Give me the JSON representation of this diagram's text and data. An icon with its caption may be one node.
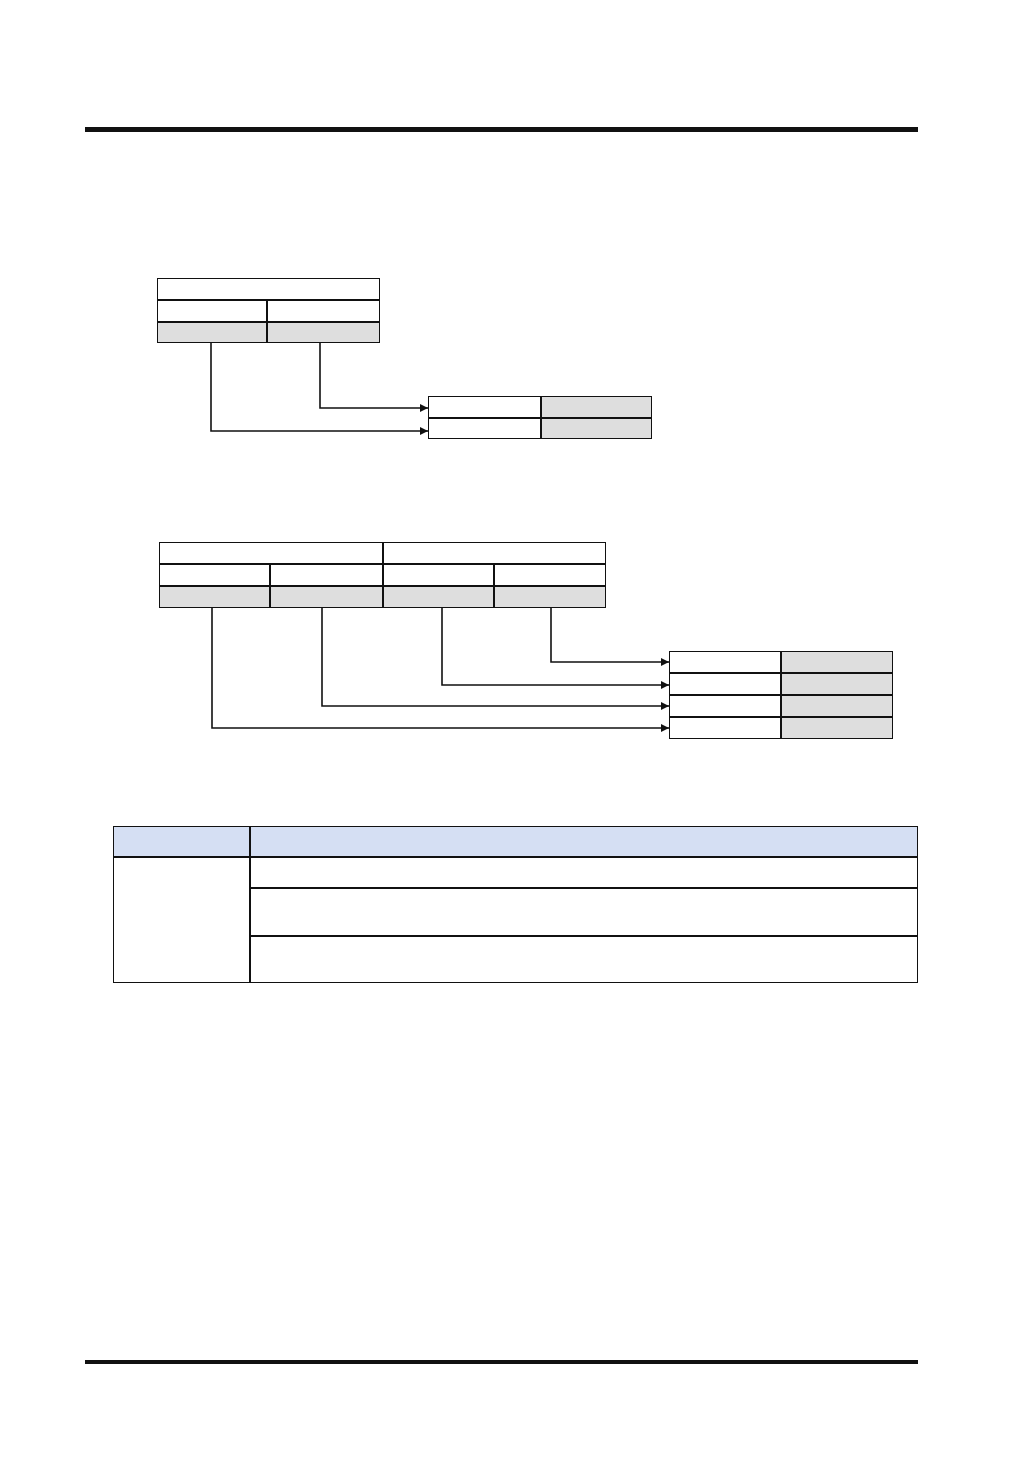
{
  "diagram": {
    "nodes": [
      {
        "text": [],
        "shape": "box"
      },
      {
        "text": [],
        "shape": "box"
      },
      {
        "text": [],
        "shape": "box"
      },
      {
        "text": [],
        "shape": "box"
      },
      {
        "text": [],
        "shape": "box"
      },
      {
        "text": [],
        "shape": "box"
      },
      {
        "text": [],
        "shape": "box"
      },
      {
        "text": [],
        "shape": "box"
      },
      {
        "text": [],
        "shape": "box"
      },
      {
        "text": [],
        "shape": "box"
      },
      {
        "text": [],
        "shape": "box"
      },
      {
        "text": [],
        "shape": "box"
      },
      {
        "text": [],
        "shape": "box"
      },
      {
        "text": [],
        "shape": "box"
      },
      {
        "text": [],
        "shape": "box"
      },
      {
        "text": [],
        "shape": "box"
      },
      {
        "text": [],
        "shape": "box"
      },
      {
        "text": [],
        "shape": "box"
      },
      {
        "text": [],
        "shape": "box"
      },
      {
        "text": [],
        "shape": "box"
      },
      {
        "text": [],
        "shape": "box"
      },
      {
        "text": [],
        "shape": "box"
      },
      {
        "text": [],
        "shape": "box"
      },
      {
        "text": [],
        "shape": "box"
      },
      {
        "text": [],
        "shape": "box"
      },
      {
        "text": [],
        "shape": "box"
      },
      {
        "text": [],
        "shape": "box"
      },
      {
        "text": [],
        "shape": "box"
      },
      {
        "text": [],
        "shape": "box"
      },
      {
        "text": [],
        "shape": "box"
      },
      {
        "text": [],
        "shape": "box"
      },
      {
        "text": [],
        "shape": "box"
      },
      {
        "text": [],
        "shape": "box"
      }
    ],
    "edges": [
      {
        "from": 4,
        "to": 5,
        "arrow": "to"
      },
      {
        "from": 3,
        "to": 7,
        "arrow": "to"
      },
      {
        "from": 18,
        "to": 19,
        "arrow": "to"
      },
      {
        "from": 17,
        "to": 21,
        "arrow": "to"
      },
      {
        "from": 16,
        "to": 23,
        "arrow": "to"
      },
      {
        "from": 15,
        "to": 25,
        "arrow": "to"
      }
    ]
  }
}
